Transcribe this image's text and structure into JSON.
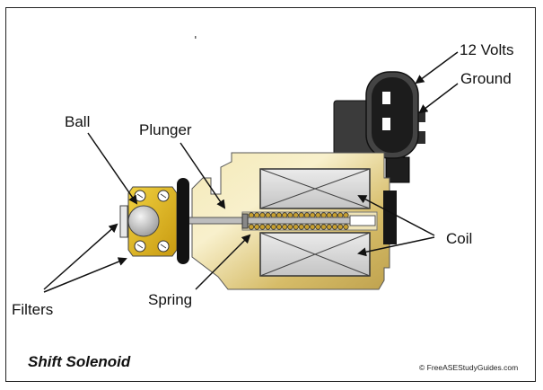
{
  "labels": {
    "volts": "12 Volts",
    "ground": "Ground",
    "ball": "Ball",
    "plunger": "Plunger",
    "coil": "Coil",
    "filters": "Filters",
    "spring": "Spring"
  },
  "title": "Shift Solenoid",
  "credit": "© FreeASEStudyGuides.com",
  "colors": {
    "body_brass": "#d8c070",
    "brass_highlight": "#f6ecc0",
    "filter_gold": "#e8c028",
    "connector": "#3a3a3a",
    "coil_fill": "#d8d8d8",
    "seal": "#141414",
    "spring": "#c8a030"
  }
}
